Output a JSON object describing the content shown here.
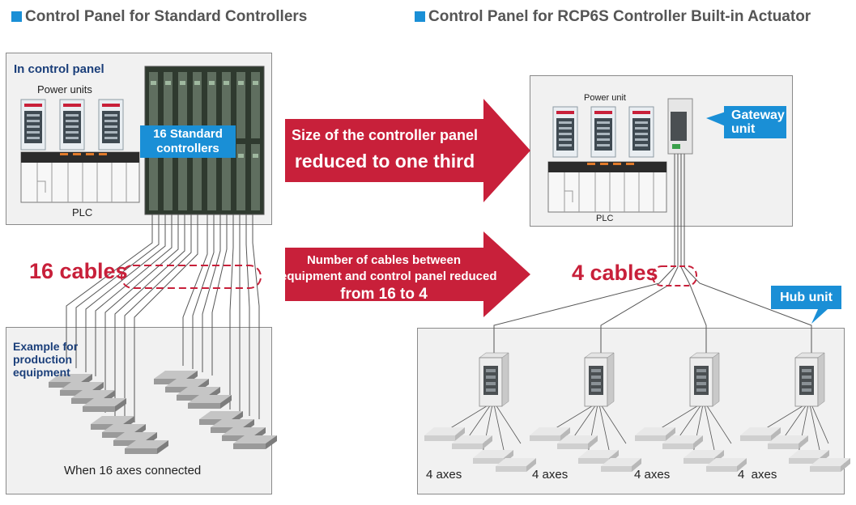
{
  "left_heading": "Control Panel for Standard Controllers",
  "right_heading": "Control Panel for RCP6S Controller Built-in Actuator",
  "left_panel": {
    "title": "In control panel",
    "power_units_label": "Power units",
    "plc_label": "PLC",
    "controllers_callout_line1": "16 Standard",
    "controllers_callout_line2": "controllers"
  },
  "left_cables_label": "16 cables",
  "left_equipment": {
    "title_line1": "Example for",
    "title_line2": "production",
    "title_line3": "equipment",
    "caption": "When 16 axes connected"
  },
  "arrow_top": {
    "line1": "Size of the controller panel",
    "line2": "reduced to one third"
  },
  "arrow_bottom": {
    "line1": "Number of cables between",
    "line2": "equipment and control panel reduced",
    "line3": "from 16 to 4"
  },
  "right_panel": {
    "power_unit_label": "Power unit",
    "plc_label": "PLC",
    "gateway_line1": "Gateway",
    "gateway_line2": "unit"
  },
  "right_cables_label": "4 cables",
  "hub_label": "Hub unit",
  "axes_labels": [
    "4 axes",
    "4 axes",
    "4 axes",
    "4  axes"
  ],
  "colors": {
    "accent_blue": "#1a8fd6",
    "arrow_red": "#c8203a",
    "navy_text": "#1b3f7a"
  }
}
